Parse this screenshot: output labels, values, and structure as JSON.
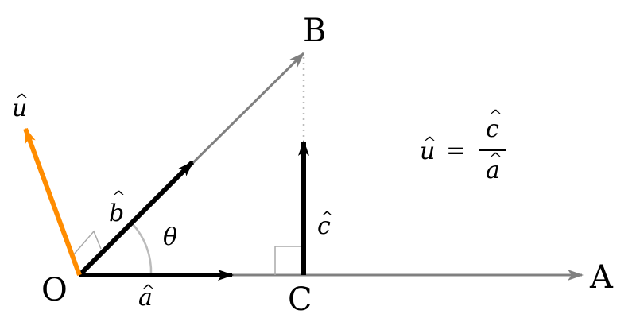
{
  "points": {
    "origin": "O",
    "a_end": "A",
    "b_end": "B",
    "c_foot": "C"
  },
  "vectors": {
    "a_hat": "a",
    "b_hat": "b",
    "c_hat": "c",
    "u_hat": "u"
  },
  "angle": "θ",
  "hat_mark": "^",
  "equation": {
    "lhs": "u",
    "equals": "=",
    "numerator": "c",
    "denominator": "a"
  },
  "colors": {
    "unit_vector": "#000000",
    "axis_line": "#808080",
    "u_vector": "#ff8c00",
    "projection_dotted": "#bbbbbb",
    "angle_arc": "#bbbbbb",
    "right_angle_mark": "#aaaaaa"
  }
}
